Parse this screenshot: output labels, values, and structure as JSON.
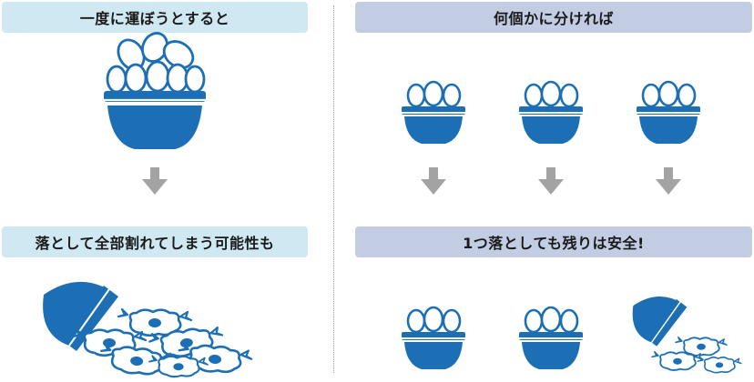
{
  "left": {
    "top_label": "一度に運ぼうとすると",
    "bottom_label": "落として全部割れてしまう可能性も"
  },
  "right": {
    "top_label": "何個かに分ければ",
    "bottom_label": "1つ落としても残りは安全!"
  },
  "colors": {
    "bowl_blue": "#1c6fb4",
    "arrow_gray": "#a3a3a3",
    "left_box": "#cfe8f1",
    "right_box": "#c2cde4"
  }
}
